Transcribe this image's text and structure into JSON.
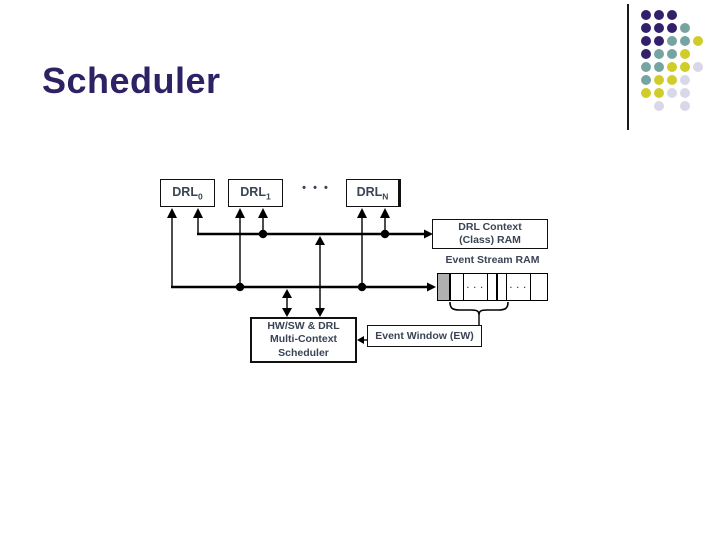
{
  "slide": {
    "title": "Scheduler"
  },
  "decoration": {
    "dot_colors": {
      "p": "#32206b",
      "t": "#76a5a1",
      "y": "#d0cc29",
      "l": "#d8d8e8"
    },
    "rows": [
      [
        "p",
        "p",
        "p"
      ],
      [
        "p",
        "p",
        "p",
        "t"
      ],
      [
        "p",
        "p",
        "t",
        "t",
        "y"
      ],
      [
        "p",
        "t",
        "t",
        "y"
      ],
      [
        "t",
        "t",
        "y",
        "y",
        "l"
      ],
      [
        "t",
        "y",
        "y",
        "l"
      ],
      [
        "y",
        "y",
        "l",
        "l"
      ],
      [
        null,
        "l",
        null,
        "l"
      ]
    ]
  },
  "diagram": {
    "drl_boxes": [
      {
        "name": "DRL",
        "sub": "0"
      },
      {
        "name": "DRL",
        "sub": "1"
      },
      {
        "name": "DRL",
        "sub": "N"
      }
    ],
    "drl_ellipsis": "• • •",
    "context_ram": {
      "line1": "DRL Context",
      "line2": "(Class) RAM"
    },
    "event_stream_ram": {
      "label": "Event Stream RAM",
      "cell_ellipsis": "· · ·"
    },
    "event_window": {
      "label": "Event Window (EW)"
    },
    "scheduler_block": {
      "line1": "HW/SW & DRL",
      "line2": "Multi-Context",
      "line3": "Scheduler"
    }
  },
  "colors": {
    "title": "#2e2164",
    "diagram_text": "#3a4455",
    "line": "#000000",
    "cell_gray": "#b0b0b0"
  }
}
